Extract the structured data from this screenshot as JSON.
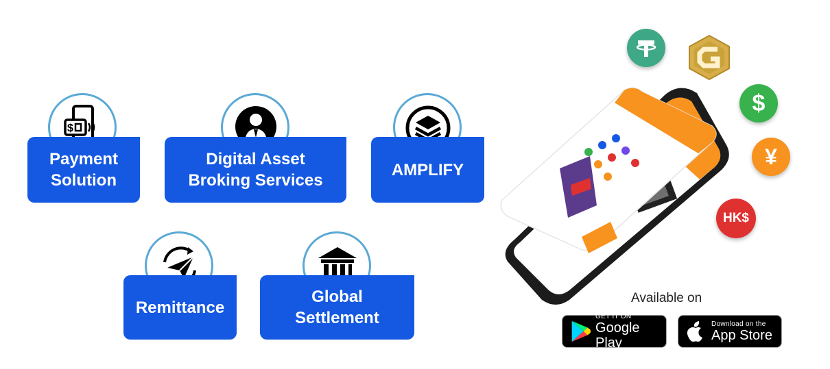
{
  "services": [
    {
      "id": "payment",
      "lines": [
        "Payment",
        "Solution"
      ],
      "icon": "mobile-payment-icon"
    },
    {
      "id": "broking",
      "lines": [
        "Digital Asset",
        "Broking Services"
      ],
      "icon": "businessman-icon"
    },
    {
      "id": "amplify",
      "lines": [
        "AMPLIFY"
      ],
      "icon": "layers-icon"
    },
    {
      "id": "remittance",
      "lines": [
        "Remittance"
      ],
      "icon": "paper-plane-icon"
    },
    {
      "id": "settlement",
      "lines": [
        "Global",
        "Settlement"
      ],
      "icon": "bank-icon"
    }
  ],
  "coins": {
    "hkd_label": "HK$",
    "usd_symbol": "$",
    "yen_symbol": "¥",
    "colors": {
      "tether": "#3ea887",
      "usd": "#37b24d",
      "yen": "#f7931e",
      "hkd": "#e03131",
      "gold": "#c9a23a"
    }
  },
  "app": {
    "available_on": "Available on",
    "google": {
      "top": "GET IT ON",
      "bottom": "Google Play"
    },
    "apple": {
      "top": "Download on the",
      "bottom": "App Store"
    }
  },
  "colors": {
    "card": "#1559e3",
    "ring": "#5aa9d6",
    "phone_accent": "#f7931e"
  }
}
